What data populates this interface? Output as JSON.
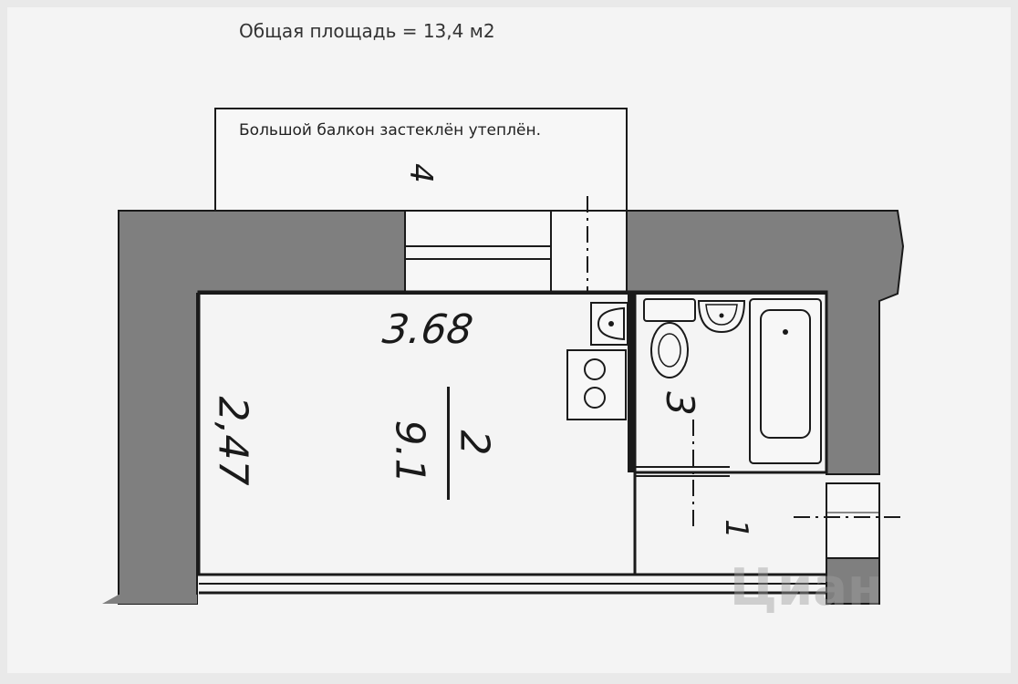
{
  "header": {
    "total_area_text": "Общая площадь = 13,4 м2"
  },
  "balcony": {
    "caption": "Большой балкон застеклён утеплён.",
    "room_number": "4"
  },
  "main_room": {
    "width_label": "3.68",
    "length_label": "2,47",
    "room_number": "2",
    "area_value": "9.1"
  },
  "bathroom": {
    "room_number": "3"
  },
  "hall": {
    "room_number": "1"
  },
  "watermark": {
    "text": "Циан"
  },
  "colors": {
    "wall": "#7f7f7f",
    "background": "#e9e9e9",
    "line": "#1a1a1a"
  }
}
